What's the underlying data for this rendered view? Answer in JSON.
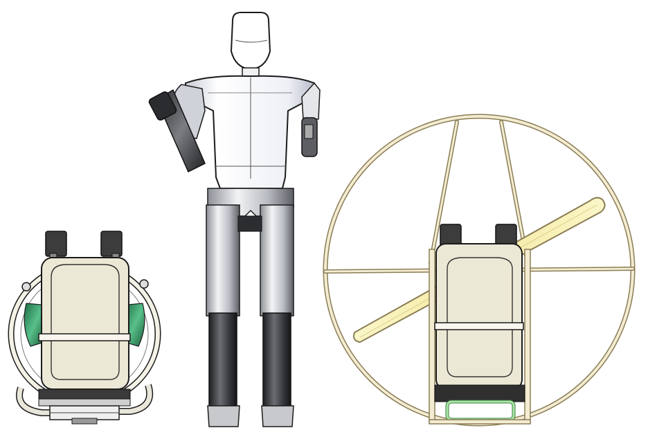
{
  "image": {
    "background_color": "#ffffff",
    "colors": {
      "outline": "#1a1a1a",
      "frame_cream": "#f4ecd2",
      "frame_edge": "#8a7d55",
      "propeller": "#f7f0b4",
      "seat_fill": "#ece8d6",
      "strap_dark": "#3c3c3c",
      "torso_white": "#f3f4f7",
      "legs_metal": "#bfc2c8",
      "shin_dark": "#3a3b3f",
      "engine_green": "#3d9c6a",
      "tube_green": "#a8e6a8"
    },
    "objects": [
      {
        "name": "compact-paramotor-rear-view",
        "icon": "paramotor-backpack"
      },
      {
        "name": "mannequin-pilot-front-view",
        "icon": "human-mannequin"
      },
      {
        "name": "paramotor-with-cage-rear-view",
        "icon": "paramotor-cage"
      }
    ]
  }
}
